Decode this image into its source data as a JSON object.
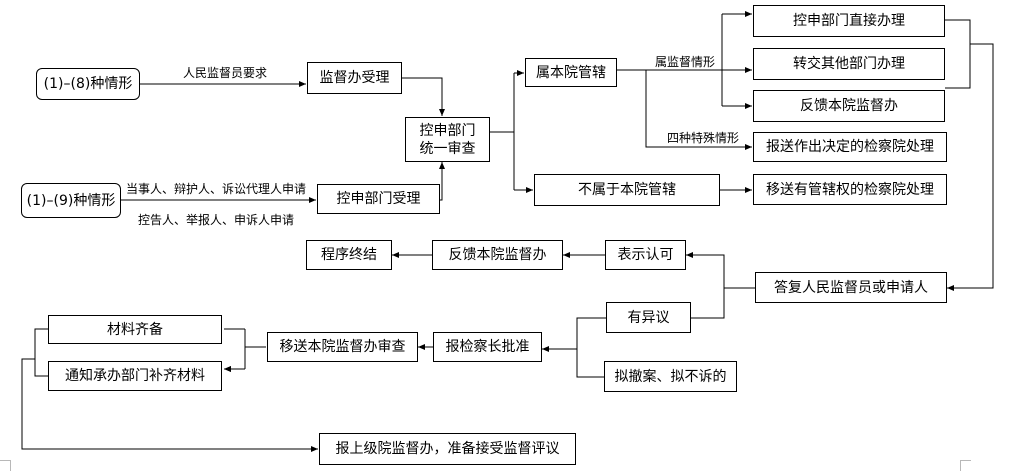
{
  "nodes": {
    "cases_1_8": "(1)–(8)种情形",
    "cases_1_9": "(1)–(9)种情形",
    "supervision_accept": "监督办受理",
    "complaint_accept": "控申部门受理",
    "unified_review": "控申部门\n统一审查",
    "own_jurisdiction": "属本院管辖",
    "not_own_jurisdiction": "不属于本院管辖",
    "direct_handle": "控申部门直接办理",
    "transfer_other": "转交其他部门办理",
    "feedback_supervision_top": "反馈本院监督办",
    "report_decision": "报送作出决定的检察院处理",
    "transfer_jurisdiction": "移送有管辖权的检察院处理",
    "reply_supervisor": "答复人民监督员或申请人",
    "accept": "表示认可",
    "feedback_supervision_mid": "反馈本院监督办",
    "terminate": "程序终结",
    "objection": "有异议",
    "chief_approval": "报检察长批准",
    "transfer_review": "移送本院监督办审查",
    "materials_complete": "材料齐备",
    "notify_supplement": "通知承办部门补齐材料",
    "withdraw": "拟撤案、拟不诉的",
    "report_superior": "报上级院监督办，准备接受监督评议"
  },
  "edge_labels": {
    "supervisor_request": "人民监督员要求",
    "parties_apply": "当事人、辩护人、诉讼代理人申请",
    "complainants_apply": "控告人、举报人、申诉人申请",
    "supervision_cases": "属监督情形",
    "special_cases": "四种特殊情形"
  }
}
